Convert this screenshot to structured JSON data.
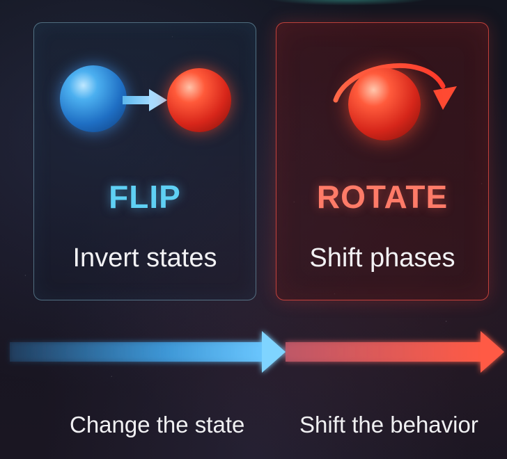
{
  "cards": [
    {
      "title": "FLIP",
      "subtitle": "Invert states",
      "accent": "#5fd0f4"
    },
    {
      "title": "ROTATE",
      "subtitle": "Shift phases",
      "accent": "#ff7b68"
    }
  ],
  "timeline": {
    "labels": [
      "Change the state",
      "Shift the behavior"
    ],
    "colors": [
      "#4fb8f0",
      "#ff5a4a"
    ]
  },
  "icons": [
    "blue-sphere-icon",
    "red-sphere-icon",
    "right-arrow-icon",
    "circular-arrow-icon"
  ]
}
